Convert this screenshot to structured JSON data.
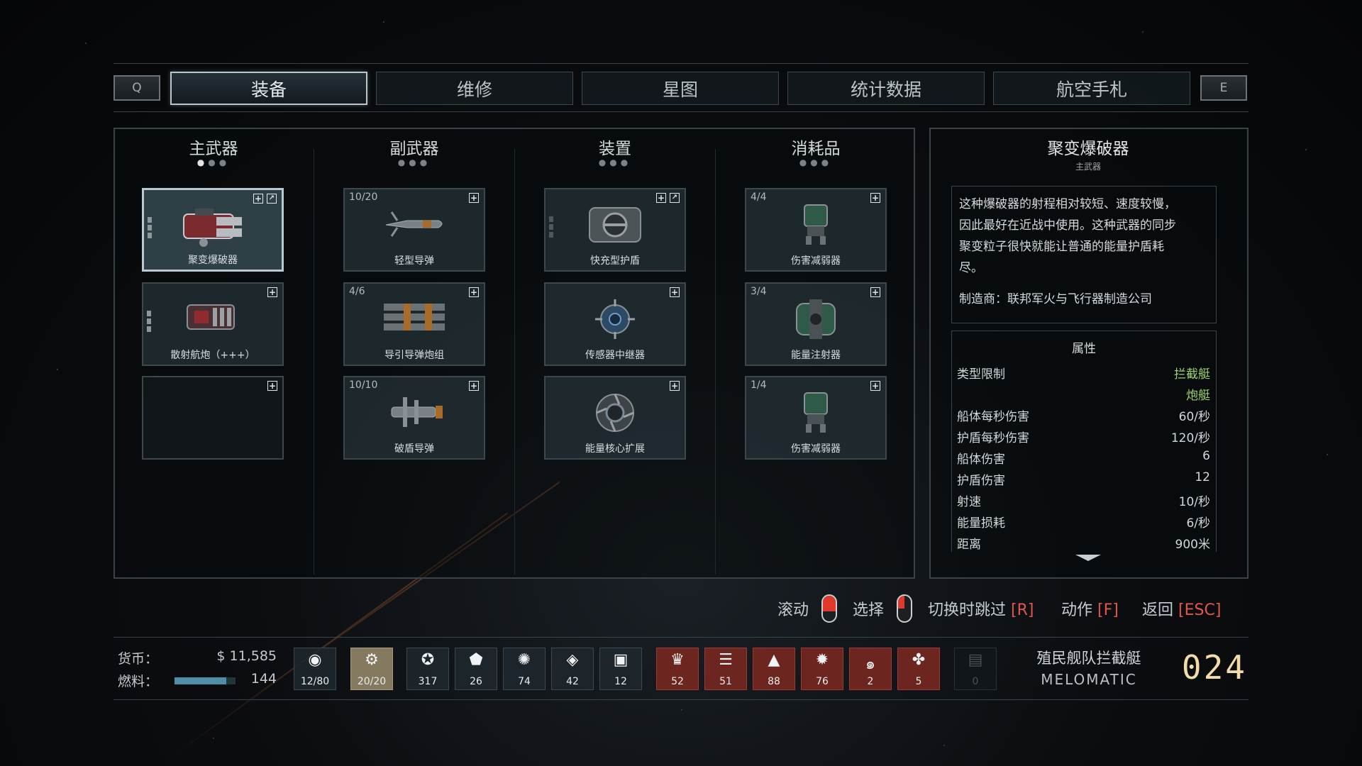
{
  "tabs": {
    "left_key": "Q",
    "right_key": "E",
    "items": [
      {
        "label": "装备",
        "active": true
      },
      {
        "label": "维修",
        "active": false
      },
      {
        "label": "星图",
        "active": false
      },
      {
        "label": "统计数据",
        "active": false
      },
      {
        "label": "航空手札",
        "active": false
      }
    ]
  },
  "columns": {
    "primary": {
      "title": "主武器",
      "slots": [
        {
          "name": "聚变爆破器",
          "count": ""
        },
        {
          "name": "散射航炮（+++）",
          "count": ""
        },
        {
          "name": "",
          "count": ""
        }
      ]
    },
    "secondary": {
      "title": "副武器",
      "slots": [
        {
          "name": "轻型导弹",
          "count": "10/20"
        },
        {
          "name": "导引导弹炮组",
          "count": "4/6"
        },
        {
          "name": "破盾导弹",
          "count": "10/10"
        }
      ]
    },
    "devices": {
      "title": "装置",
      "slots": [
        {
          "name": "快充型护盾",
          "count": ""
        },
        {
          "name": "传感器中继器",
          "count": ""
        },
        {
          "name": "能量核心扩展",
          "count": ""
        }
      ]
    },
    "consumables": {
      "title": "消耗品",
      "slots": [
        {
          "name": "伤害减弱器",
          "count": "4/4"
        },
        {
          "name": "能量注射器",
          "count": "3/4"
        },
        {
          "name": "伤害减弱器",
          "count": "1/4"
        }
      ]
    }
  },
  "info": {
    "title": "聚变爆破器",
    "subtitle": "主武器",
    "desc_1": "这种爆破器的射程相对较短、速度较慢，",
    "desc_2": "因此最好在近战中使用。这种武器的同步",
    "desc_3": "聚变粒子很快就能让普通的能量护盾耗",
    "desc_4": "尽。",
    "manufacturer": "制造商：联邦军火与飞行器制造公司",
    "attr_title": "属性",
    "attrs": [
      {
        "k": "类型限制",
        "v": "拦截艇"
      },
      {
        "k": "",
        "v": "炮艇"
      },
      {
        "k": "船体每秒伤害",
        "v": "60/秒"
      },
      {
        "k": "护盾每秒伤害",
        "v": "120/秒"
      },
      {
        "k": "船体伤害",
        "v": "6"
      },
      {
        "k": "护盾伤害",
        "v": "12"
      },
      {
        "k": "射速",
        "v": "10/秒"
      },
      {
        "k": "能量损耗",
        "v": "6/秒"
      },
      {
        "k": "距离",
        "v": "900米"
      }
    ],
    "accent_green": "#9bd36b"
  },
  "hints": {
    "scroll": "滚动",
    "select": "选择",
    "skip": "切换时跳过",
    "skip_key": "[R]",
    "action": "动作",
    "action_key": "[F]",
    "back": "返回",
    "back_key": "[ESC]"
  },
  "status": {
    "currency_label": "货币：",
    "currency_value": "$ 11,585",
    "fuel_label": "燃料：",
    "fuel_value": "144",
    "fuel_fraction": 0.85,
    "resources": [
      {
        "icon": "target-icon",
        "value": "12/80"
      },
      {
        "icon": "gear-icon",
        "value": "20/20"
      },
      {
        "icon": "cog-icon",
        "value": "317"
      },
      {
        "icon": "drop-icon",
        "value": "26"
      },
      {
        "icon": "cluster-icon",
        "value": "74"
      },
      {
        "icon": "diamond-icon",
        "value": "42"
      },
      {
        "icon": "chip-icon",
        "value": "12"
      },
      {
        "icon": "crystal-icon",
        "value": "52"
      },
      {
        "icon": "disc-icon",
        "value": "51"
      },
      {
        "icon": "pyramid-icon",
        "value": "88"
      },
      {
        "icon": "star-icon",
        "value": "76"
      },
      {
        "icon": "spiral-icon",
        "value": "2"
      },
      {
        "icon": "molecule-icon",
        "value": "5"
      },
      {
        "icon": "blank-icon",
        "value": "0"
      }
    ],
    "ship_type": "殖民舰队拦截艇",
    "ship_name": "MELOMATIC",
    "ship_number": "024",
    "accent_gold": "#f3dca8",
    "accent_red": "#e0574a"
  }
}
